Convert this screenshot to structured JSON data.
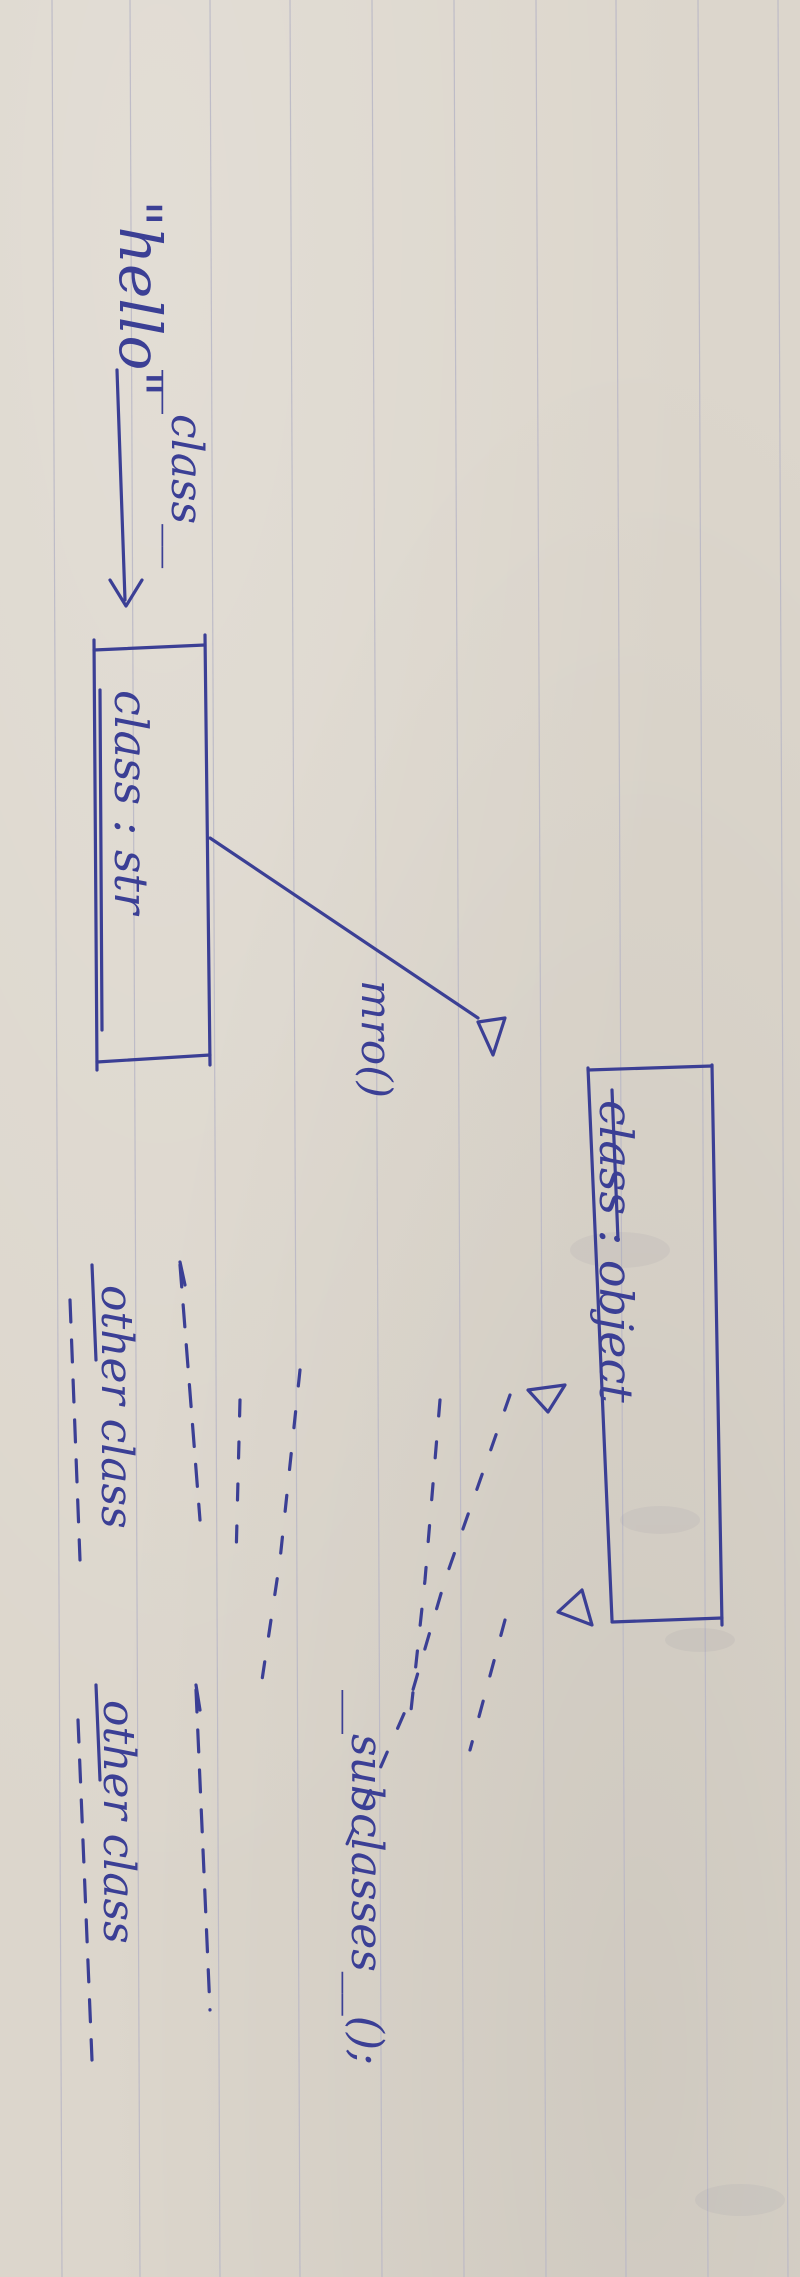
{
  "diagram": {
    "labels": {
      "literal": "\"hello\"",
      "class_attr": "__class__",
      "class_str": "class : str",
      "mro": "mro()",
      "class_object": "class : object",
      "other_class_1": "other class",
      "other_class_2": "other class",
      "subclasses": "__subclasses__();"
    },
    "colors": {
      "ink": "#3b3f95",
      "paper": "#dcd6cc",
      "rule_line": "#b9b7c6",
      "margin_line": "#c9a5b0"
    }
  }
}
